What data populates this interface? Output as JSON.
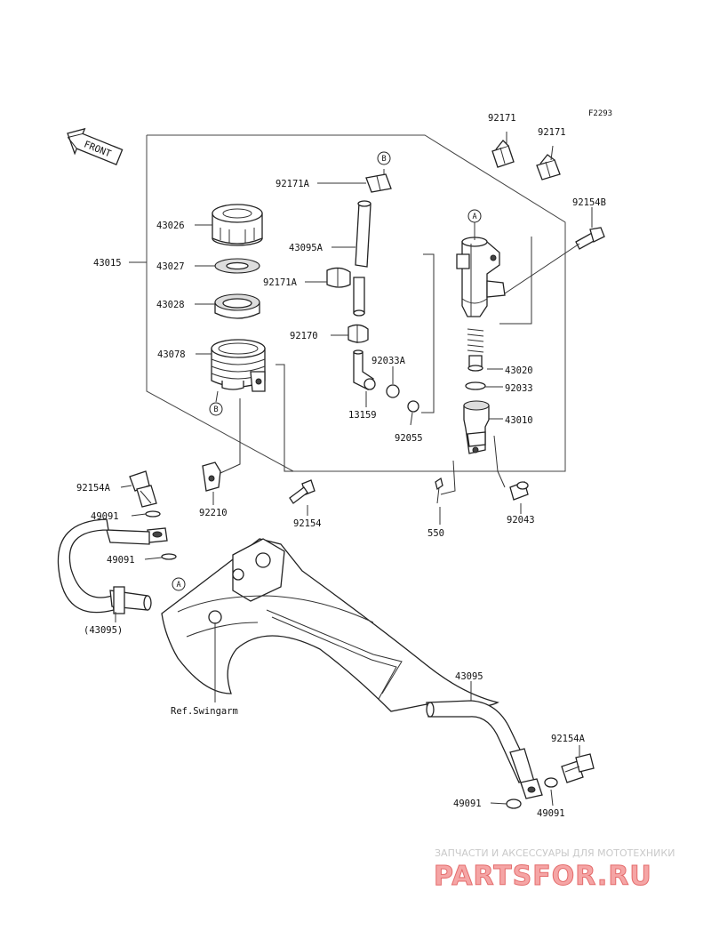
{
  "figure_code": "F2293",
  "front_label": "FRONT",
  "parts": {
    "p92171_a": "92171",
    "p92171_b": "92171",
    "p92154B": "92154B",
    "p92171A_1": "92171A",
    "p43026": "43026",
    "p43095A": "43095A",
    "p43015": "43015",
    "p43027": "43027",
    "p92171A_2": "92171A",
    "p43028": "43028",
    "p92170": "92170",
    "p43078": "43078",
    "p92033A": "92033A",
    "p43020": "43020",
    "p92033": "92033",
    "p13159": "13159",
    "p43010": "43010",
    "p92055": "92055",
    "p92210": "92210",
    "p92154A_1": "92154A",
    "p92154": "92154",
    "p550": "550",
    "p92043": "92043",
    "p49091_1": "49091",
    "p49091_2": "49091",
    "p43095_ref": "(43095)",
    "ref_swingarm": "Ref.Swingarm",
    "p43095": "43095",
    "p92154A_2": "92154A",
    "p49091_3": "49091",
    "p49091_4": "49091"
  },
  "callouts": {
    "a1": "A",
    "a2": "A",
    "b1": "B",
    "b2": "B"
  },
  "watermark": {
    "tagline": "ЗАПЧАСТИ И АКСЕССУАРЫ ДЛЯ МОТОТЕХНИКИ",
    "logo": "PARTSFOR.RU"
  }
}
